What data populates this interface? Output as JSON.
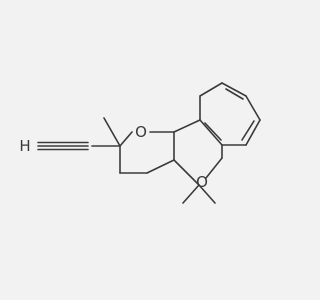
{
  "molecule": {
    "atoms": {
      "ring_oxygen_pyran": "O",
      "ring_oxygen_chromene": "O",
      "terminal_hydrogen": "H"
    }
  },
  "colors": {
    "background": "#f2f2f2",
    "bond": "#3a3a3a",
    "label": "#3a3a3a"
  }
}
